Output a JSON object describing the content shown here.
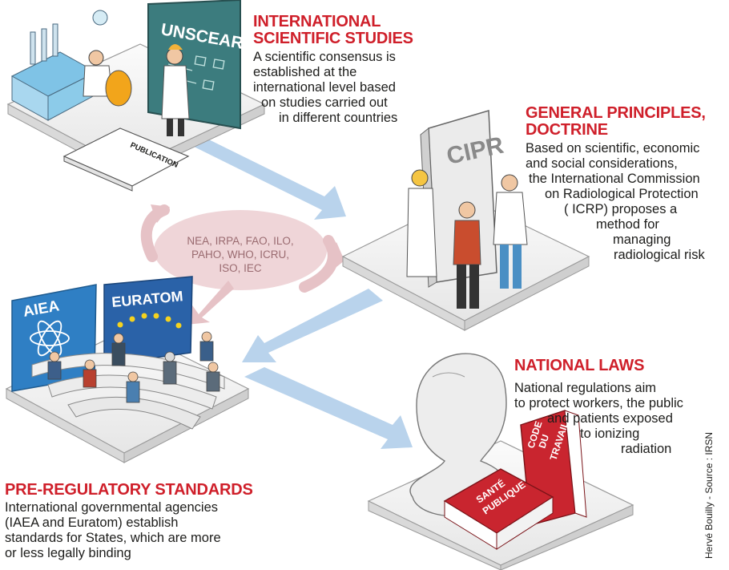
{
  "sections": {
    "international": {
      "title": [
        "INTERNATIONAL",
        "SCIENTIFIC STUDIES"
      ],
      "body": [
        "A scientific consensus is",
        "established at the",
        "international level based",
        "on studies carried out",
        "in different countries"
      ]
    },
    "general": {
      "title": [
        "GENERAL PRINCIPLES,",
        "DOCTRINE"
      ],
      "body": [
        "Based on scientific, economic",
        "and social considerations,",
        "the International Commission",
        "on Radiological Protection",
        "( ICRP) proposes a",
        "method for",
        "managing",
        "radiological risk"
      ]
    },
    "national": {
      "title": [
        "NATIONAL LAWS"
      ],
      "body": [
        "National regulations aim",
        "to protect workers, the public",
        "and patients exposed",
        "to ionizing",
        "radiation"
      ]
    },
    "preregulatory": {
      "title": [
        "PRE-REGULATORY STANDARDS"
      ],
      "body": [
        "International governmental agencies",
        "(IAEA and Euratom) establish",
        "standards for States, which are more",
        "or less legally binding"
      ]
    }
  },
  "organizations": [
    "NEA, IRPA, FAO, ILO,",
    "PAHO, WHO, ICRU,",
    "ISO, IEC"
  ],
  "illustration_labels": {
    "unscear": "UNSCEAR",
    "publication": "PUBLICATION",
    "cipr": "CIPR",
    "aiea": "AIEA",
    "euratom": "EURATOM",
    "code_du_travail": [
      "CODE",
      "DU",
      "TRAVAIL"
    ],
    "sante_publique": [
      "SANTÉ",
      "PUBLIQUE"
    ]
  },
  "credit": "Hervé Bouilly - Source : IRSN",
  "colors": {
    "title_red": "#cf1f2a",
    "arrow_blue": "#b9d3ec",
    "cycle_pink": "#e6c2c6",
    "board_teal": "#3c7c7e",
    "flag_blue": "#2f7fc4",
    "book_red": "#c9252f",
    "platform": "#f4f4f4"
  }
}
